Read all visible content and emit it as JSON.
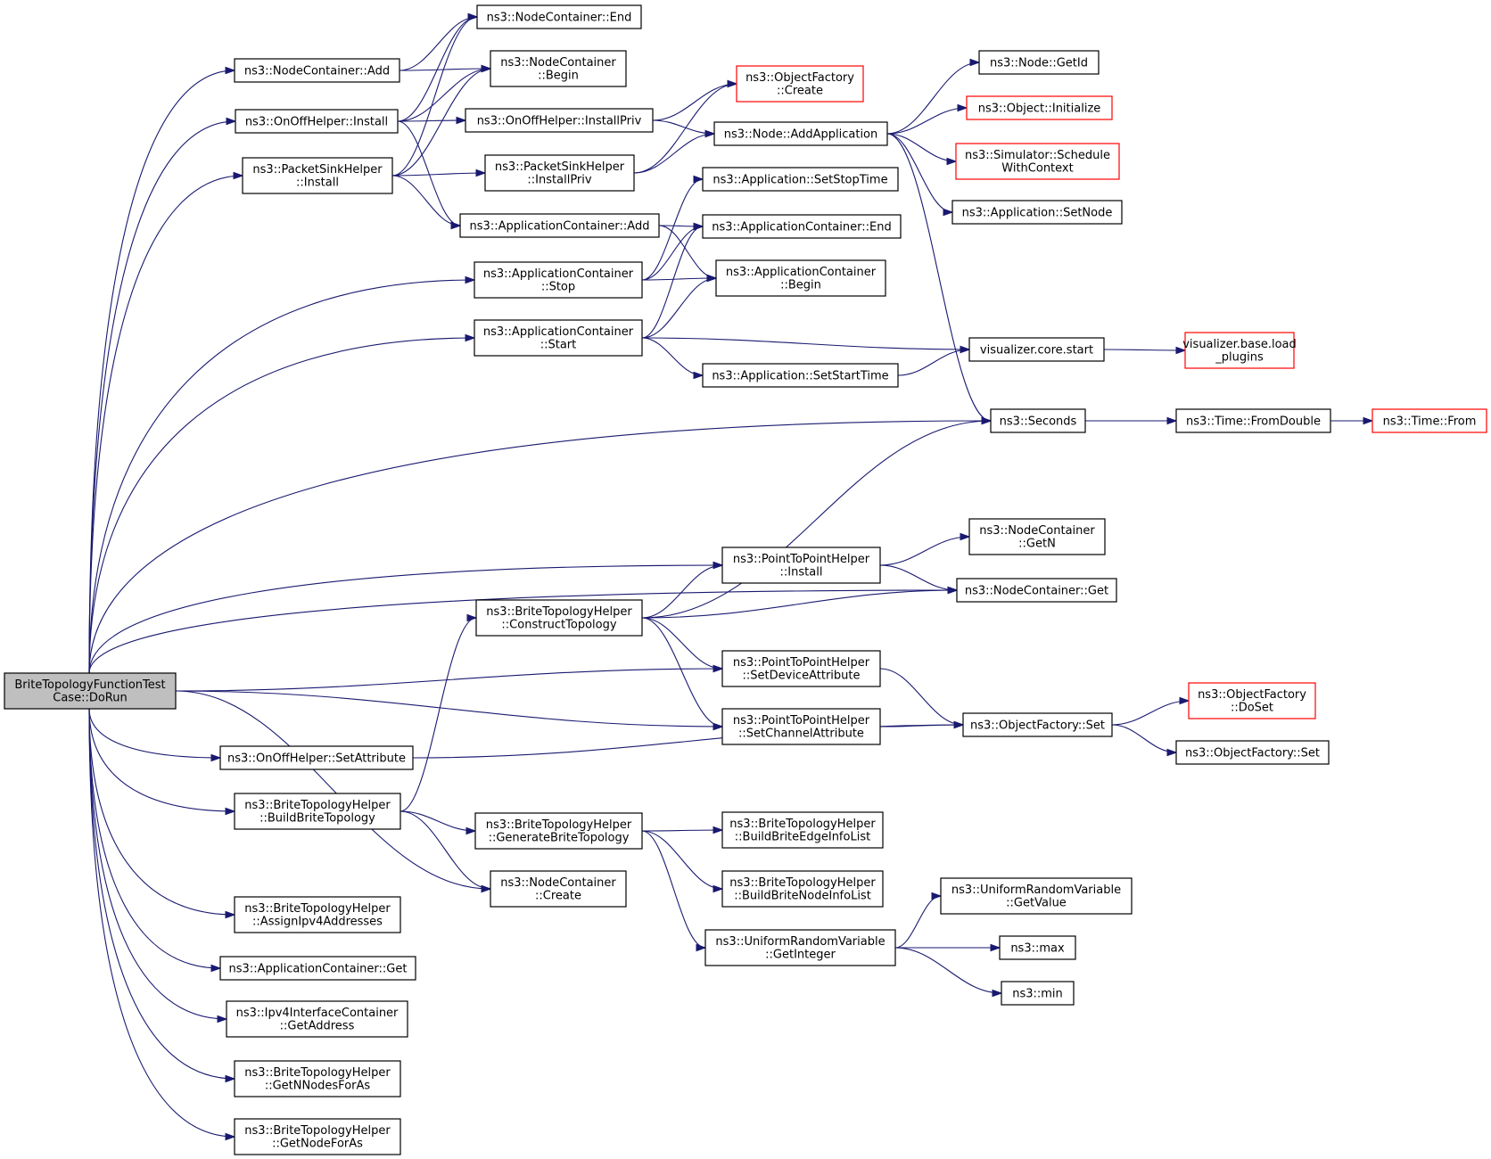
{
  "diagram": {
    "title": "",
    "colors": {
      "edge": "#191970",
      "node_border": "#000000",
      "node_border_red": "#ff0000",
      "root_fill": "#bfbfbf",
      "node_fill": "#ffffff"
    },
    "nodes": [
      {
        "id": "root",
        "lines": [
          "BriteTopologyFunctionTest",
          "Case::DoRun"
        ],
        "style": "root"
      },
      {
        "id": "nc_add",
        "lines": [
          "ns3::NodeContainer::Add"
        ],
        "style": "normal"
      },
      {
        "id": "nc_end",
        "lines": [
          "ns3::NodeContainer::End"
        ],
        "style": "normal"
      },
      {
        "id": "nc_begin",
        "lines": [
          "ns3::NodeContainer",
          "::Begin"
        ],
        "style": "normal"
      },
      {
        "id": "onoff_install",
        "lines": [
          "ns3::OnOffHelper::Install"
        ],
        "style": "normal"
      },
      {
        "id": "onoff_installpriv",
        "lines": [
          "ns3::OnOffHelper::InstallPriv"
        ],
        "style": "normal"
      },
      {
        "id": "objfac_create",
        "lines": [
          "ns3::ObjectFactory",
          "::Create"
        ],
        "style": "red"
      },
      {
        "id": "node_getid",
        "lines": [
          "ns3::Node::GetId"
        ],
        "style": "normal"
      },
      {
        "id": "object_init",
        "lines": [
          "ns3::Object::Initialize"
        ],
        "style": "red"
      },
      {
        "id": "node_addapp",
        "lines": [
          "ns3::Node::AddApplication"
        ],
        "style": "normal"
      },
      {
        "id": "sim_schedule",
        "lines": [
          "ns3::Simulator::Schedule",
          "WithContext"
        ],
        "style": "red"
      },
      {
        "id": "app_setnode",
        "lines": [
          "ns3::Application::SetNode"
        ],
        "style": "normal"
      },
      {
        "id": "ps_install",
        "lines": [
          "ns3::PacketSinkHelper",
          "::Install"
        ],
        "style": "normal"
      },
      {
        "id": "ps_installpriv",
        "lines": [
          "ns3::PacketSinkHelper",
          "::InstallPriv"
        ],
        "style": "normal"
      },
      {
        "id": "app_setstop",
        "lines": [
          "ns3::Application::SetStopTime"
        ],
        "style": "normal"
      },
      {
        "id": "ac_add",
        "lines": [
          "ns3::ApplicationContainer::Add"
        ],
        "style": "normal"
      },
      {
        "id": "ac_end",
        "lines": [
          "ns3::ApplicationContainer::End"
        ],
        "style": "normal"
      },
      {
        "id": "ac_stop",
        "lines": [
          "ns3::ApplicationContainer",
          "::Stop"
        ],
        "style": "normal"
      },
      {
        "id": "ac_begin",
        "lines": [
          "ns3::ApplicationContainer",
          "::Begin"
        ],
        "style": "normal"
      },
      {
        "id": "ac_start",
        "lines": [
          "ns3::ApplicationContainer",
          "::Start"
        ],
        "style": "normal"
      },
      {
        "id": "viz_start",
        "lines": [
          "visualizer.core.start"
        ],
        "style": "normal"
      },
      {
        "id": "viz_load",
        "lines": [
          "visualizer.base.load",
          "_plugins"
        ],
        "style": "red"
      },
      {
        "id": "app_setstart",
        "lines": [
          "ns3::Application::SetStartTime"
        ],
        "style": "normal"
      },
      {
        "id": "seconds",
        "lines": [
          "ns3::Seconds"
        ],
        "style": "normal"
      },
      {
        "id": "time_fromdouble",
        "lines": [
          "ns3::Time::FromDouble"
        ],
        "style": "normal"
      },
      {
        "id": "time_from",
        "lines": [
          "ns3::Time::From"
        ],
        "style": "red"
      },
      {
        "id": "nc_getn",
        "lines": [
          "ns3::NodeContainer",
          "::GetN"
        ],
        "style": "normal"
      },
      {
        "id": "p2p_install",
        "lines": [
          "ns3::PointToPointHelper",
          "::Install"
        ],
        "style": "normal"
      },
      {
        "id": "nc_get",
        "lines": [
          "ns3::NodeContainer::Get"
        ],
        "style": "normal"
      },
      {
        "id": "bth_construct",
        "lines": [
          "ns3::BriteTopologyHelper",
          "::ConstructTopology"
        ],
        "style": "normal"
      },
      {
        "id": "p2p_setdev",
        "lines": [
          "ns3::PointToPointHelper",
          "::SetDeviceAttribute"
        ],
        "style": "normal"
      },
      {
        "id": "of_doset",
        "lines": [
          "ns3::ObjectFactory",
          "::DoSet"
        ],
        "style": "red"
      },
      {
        "id": "p2p_setchan",
        "lines": [
          "ns3::PointToPointHelper",
          "::SetChannelAttribute"
        ],
        "style": "normal"
      },
      {
        "id": "of_set",
        "lines": [
          "ns3::ObjectFactory::Set"
        ],
        "style": "normal"
      },
      {
        "id": "of_set2",
        "lines": [
          "ns3::ObjectFactory::Set"
        ],
        "style": "normal"
      },
      {
        "id": "onoff_setattr",
        "lines": [
          "ns3::OnOffHelper::SetAttribute"
        ],
        "style": "normal"
      },
      {
        "id": "bth_build",
        "lines": [
          "ns3::BriteTopologyHelper",
          "::BuildBriteTopology"
        ],
        "style": "normal"
      },
      {
        "id": "bth_generate",
        "lines": [
          "ns3::BriteTopologyHelper",
          "::GenerateBriteTopology"
        ],
        "style": "normal"
      },
      {
        "id": "bth_edgeinfo",
        "lines": [
          "ns3::BriteTopologyHelper",
          "::BuildBriteEdgeInfoList"
        ],
        "style": "normal"
      },
      {
        "id": "nc_create",
        "lines": [
          "ns3::NodeContainer",
          "::Create"
        ],
        "style": "normal"
      },
      {
        "id": "bth_nodeinfo",
        "lines": [
          "ns3::BriteTopologyHelper",
          "::BuildBriteNodeInfoList"
        ],
        "style": "normal"
      },
      {
        "id": "urv_getvalue",
        "lines": [
          "ns3::UniformRandomVariable",
          "::GetValue"
        ],
        "style": "normal"
      },
      {
        "id": "bth_assign",
        "lines": [
          "ns3::BriteTopologyHelper",
          "::AssignIpv4Addresses"
        ],
        "style": "normal"
      },
      {
        "id": "urv_getint",
        "lines": [
          "ns3::UniformRandomVariable",
          "::GetInteger"
        ],
        "style": "normal"
      },
      {
        "id": "max",
        "lines": [
          "ns3::max"
        ],
        "style": "normal"
      },
      {
        "id": "ac_get",
        "lines": [
          "ns3::ApplicationContainer::Get"
        ],
        "style": "normal"
      },
      {
        "id": "min",
        "lines": [
          "ns3::min"
        ],
        "style": "normal"
      },
      {
        "id": "ipv4_getaddr",
        "lines": [
          "ns3::Ipv4InterfaceContainer",
          "::GetAddress"
        ],
        "style": "normal"
      },
      {
        "id": "bth_getnnodes",
        "lines": [
          "ns3::BriteTopologyHelper",
          "::GetNNodesForAs"
        ],
        "style": "normal"
      },
      {
        "id": "bth_getnode",
        "lines": [
          "ns3::BriteTopologyHelper",
          "::GetNodeForAs"
        ],
        "style": "normal"
      }
    ],
    "edges": [
      [
        "root",
        "nc_add"
      ],
      [
        "root",
        "onoff_install"
      ],
      [
        "root",
        "ps_install"
      ],
      [
        "root",
        "ac_stop"
      ],
      [
        "root",
        "ac_start"
      ],
      [
        "root",
        "seconds"
      ],
      [
        "root",
        "nc_get"
      ],
      [
        "root",
        "p2p_install"
      ],
      [
        "root",
        "p2p_setdev"
      ],
      [
        "root",
        "p2p_setchan"
      ],
      [
        "root",
        "onoff_setattr"
      ],
      [
        "root",
        "bth_build"
      ],
      [
        "root",
        "nc_create"
      ],
      [
        "root",
        "bth_assign"
      ],
      [
        "root",
        "ac_get"
      ],
      [
        "root",
        "ipv4_getaddr"
      ],
      [
        "root",
        "bth_getnnodes"
      ],
      [
        "root",
        "bth_getnode"
      ],
      [
        "nc_add",
        "nc_end"
      ],
      [
        "nc_add",
        "nc_begin"
      ],
      [
        "onoff_install",
        "nc_end"
      ],
      [
        "onoff_install",
        "nc_begin"
      ],
      [
        "onoff_install",
        "onoff_installpriv"
      ],
      [
        "onoff_install",
        "ac_add"
      ],
      [
        "onoff_installpriv",
        "objfac_create"
      ],
      [
        "onoff_installpriv",
        "node_addapp"
      ],
      [
        "ps_install",
        "nc_end"
      ],
      [
        "ps_install",
        "nc_begin"
      ],
      [
        "ps_install",
        "ps_installpriv"
      ],
      [
        "ps_install",
        "ac_add"
      ],
      [
        "ps_installpriv",
        "objfac_create"
      ],
      [
        "ps_installpriv",
        "node_addapp"
      ],
      [
        "node_addapp",
        "node_getid"
      ],
      [
        "node_addapp",
        "object_init"
      ],
      [
        "node_addapp",
        "sim_schedule"
      ],
      [
        "node_addapp",
        "app_setnode"
      ],
      [
        "node_addapp",
        "seconds"
      ],
      [
        "ac_add",
        "ac_end"
      ],
      [
        "ac_add",
        "ac_begin"
      ],
      [
        "ac_stop",
        "app_setstop"
      ],
      [
        "ac_stop",
        "ac_end"
      ],
      [
        "ac_stop",
        "ac_begin"
      ],
      [
        "ac_start",
        "ac_end"
      ],
      [
        "ac_start",
        "ac_begin"
      ],
      [
        "ac_start",
        "viz_start"
      ],
      [
        "ac_start",
        "app_setstart"
      ],
      [
        "app_setstart",
        "viz_start"
      ],
      [
        "viz_start",
        "viz_load"
      ],
      [
        "seconds",
        "time_fromdouble"
      ],
      [
        "time_fromdouble",
        "time_from"
      ],
      [
        "p2p_install",
        "nc_getn"
      ],
      [
        "p2p_install",
        "nc_get"
      ],
      [
        "bth_construct",
        "seconds"
      ],
      [
        "bth_construct",
        "p2p_install"
      ],
      [
        "bth_construct",
        "nc_get"
      ],
      [
        "bth_construct",
        "p2p_setdev"
      ],
      [
        "bth_construct",
        "p2p_setchan"
      ],
      [
        "p2p_setdev",
        "of_set"
      ],
      [
        "p2p_setchan",
        "of_set"
      ],
      [
        "of_set",
        "of_doset"
      ],
      [
        "of_set",
        "of_set2"
      ],
      [
        "onoff_setattr",
        "of_set"
      ],
      [
        "bth_build",
        "bth_construct"
      ],
      [
        "bth_build",
        "bth_generate"
      ],
      [
        "bth_build",
        "nc_create"
      ],
      [
        "bth_generate",
        "bth_edgeinfo"
      ],
      [
        "bth_generate",
        "bth_nodeinfo"
      ],
      [
        "bth_generate",
        "urv_getint"
      ],
      [
        "urv_getint",
        "urv_getvalue"
      ],
      [
        "urv_getint",
        "max"
      ],
      [
        "urv_getint",
        "min"
      ]
    ]
  }
}
